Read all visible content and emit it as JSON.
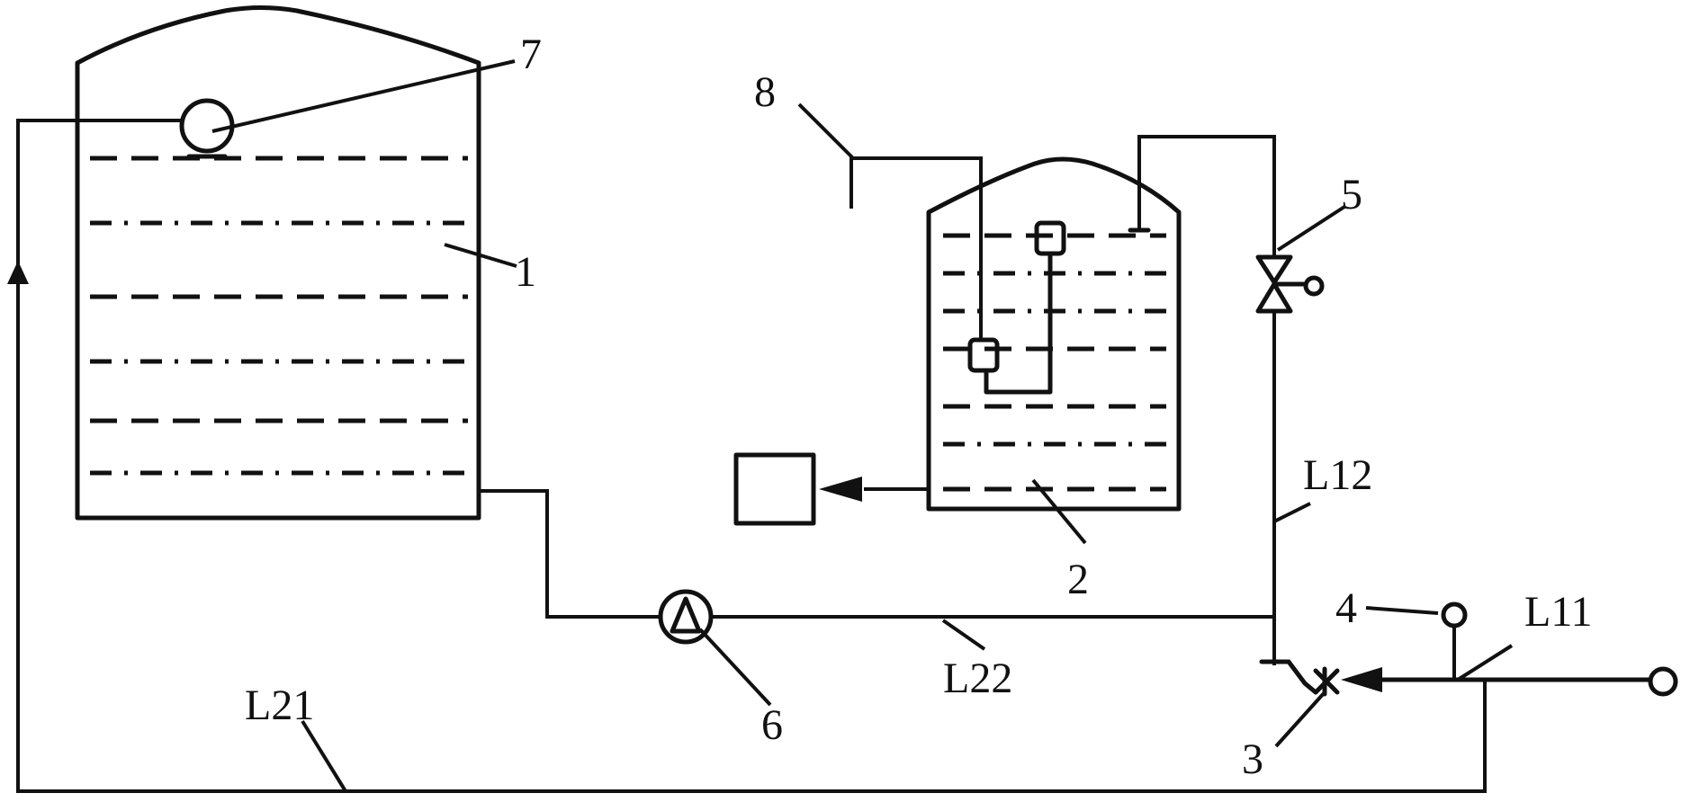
{
  "labels": {
    "tank1": "1",
    "tank2": "2",
    "valve3": "3",
    "gauge4": "4",
    "valve5": "5",
    "pump6": "6",
    "float7": "7",
    "pipe8": "8",
    "line_l11": "L11",
    "line_l12": "L12",
    "line_l21": "L21",
    "line_l22": "L22"
  }
}
